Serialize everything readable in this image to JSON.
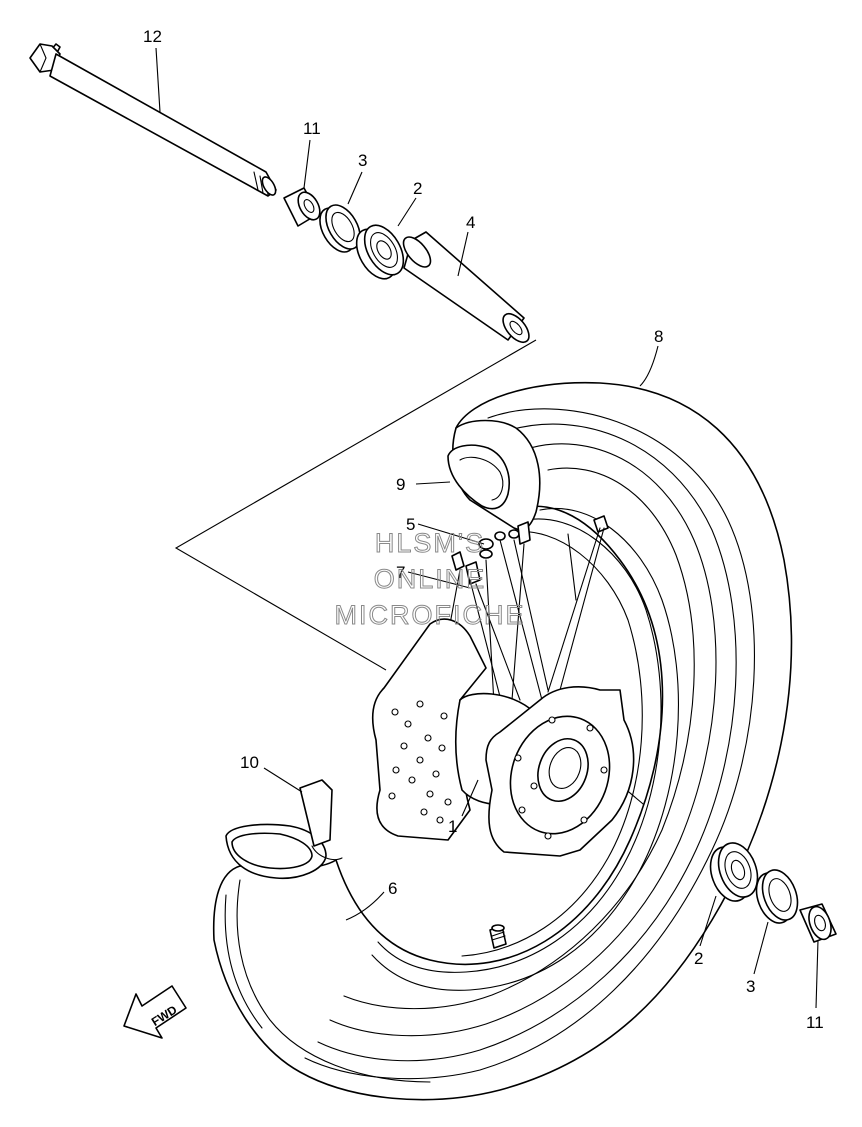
{
  "callouts": {
    "c12": "12",
    "c11_top": "11",
    "c3_top": "3",
    "c2_top": "2",
    "c4": "4",
    "c8": "8",
    "c9": "9",
    "c5": "5",
    "c7": "7",
    "c1": "1",
    "c10": "10",
    "c6": "6",
    "c2_bottom": "2",
    "c3_bottom": "3",
    "c11_bottom": "11"
  },
  "watermark": {
    "line1": "HLSM'S",
    "line2": "ONLINE",
    "line3": "MICROFICHE"
  },
  "direction_label": "FWD"
}
